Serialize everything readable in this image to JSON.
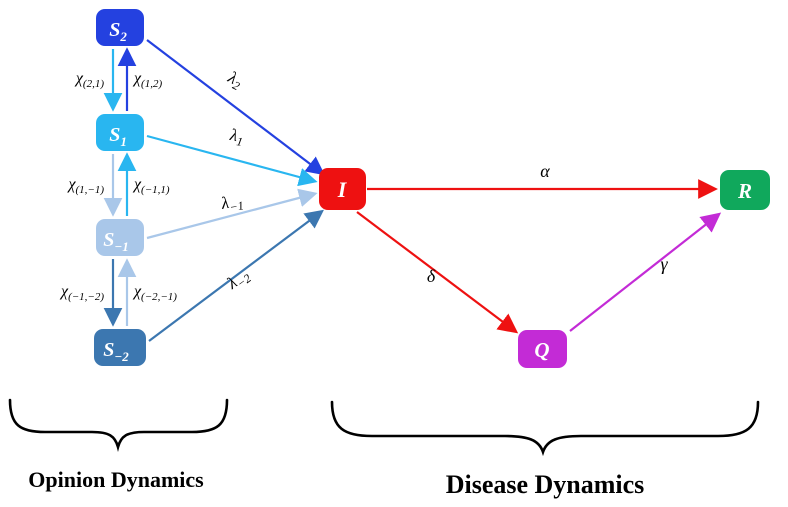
{
  "figure": {
    "opinion_label": "Opinion Dynamics",
    "disease_label": "Disease Dynamics"
  },
  "colors": {
    "s2": "#2441e0",
    "s1": "#29b6f0",
    "sm1": "#a9c7e9",
    "sm2": "#3c77b0",
    "infected": "#ee1111",
    "quarantine": "#c32bd6",
    "recovered": "#10a85c",
    "brace": "#000000"
  },
  "nodes": {
    "s2": {
      "sym": "S",
      "sub": "2"
    },
    "s1": {
      "sym": "S",
      "sub": "1"
    },
    "sm1": {
      "sym": "S",
      "sub": "−1"
    },
    "sm2": {
      "sym": "S",
      "sub": "−2"
    },
    "infected": {
      "sym": "I"
    },
    "quarantine": {
      "sym": "Q"
    },
    "recovered": {
      "sym": "R"
    }
  },
  "edge_labels": {
    "chi_2_1": {
      "sym": "χ",
      "sub": "(2,1)"
    },
    "chi_1_2": {
      "sym": "χ",
      "sub": "(1,2)"
    },
    "chi_1_m1": {
      "sym": "χ",
      "sub": "(1,−1)"
    },
    "chi_m1_1": {
      "sym": "χ",
      "sub": "(−1,1)"
    },
    "chi_m1_m2": {
      "sym": "χ",
      "sub": "(−1,−2)"
    },
    "chi_m2_m1": {
      "sym": "χ",
      "sub": "(−2,−1)"
    },
    "lambda_2": {
      "sym": "λ",
      "sub": "2"
    },
    "lambda_1": {
      "sym": "λ",
      "sub": "1"
    },
    "lambda_m1": {
      "sym": "λ",
      "sub": "−1"
    },
    "lambda_m2": {
      "sym": "λ",
      "sub": "−2"
    },
    "alpha": {
      "sym": "α"
    },
    "delta": {
      "sym": "δ"
    },
    "gamma": {
      "sym": "γ"
    }
  }
}
